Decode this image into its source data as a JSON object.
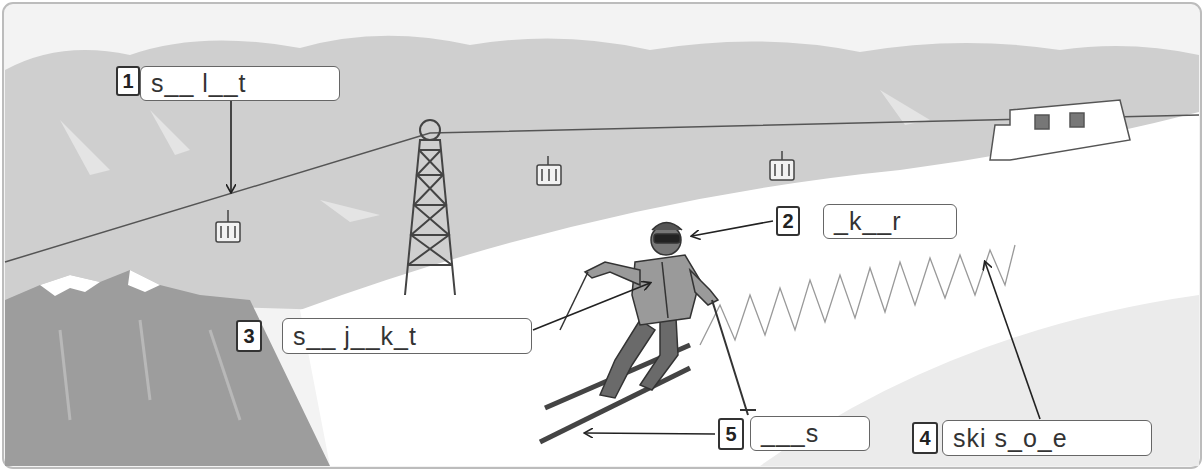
{
  "diagram": {
    "nodes": [
      {
        "text": [
          "1"
        ]
      },
      {
        "text": [
          "s__ l__t"
        ]
      },
      {
        "text": [
          "2"
        ]
      },
      {
        "text": [
          "_k__r"
        ]
      },
      {
        "text": [
          "3"
        ]
      },
      {
        "text": [
          "s__ j__k_t"
        ]
      },
      {
        "text": [
          "4"
        ]
      },
      {
        "text": [
          "ski s_o_e"
        ]
      },
      {
        "text": [
          "5"
        ]
      },
      {
        "text": [
          "___s"
        ]
      }
    ]
  }
}
